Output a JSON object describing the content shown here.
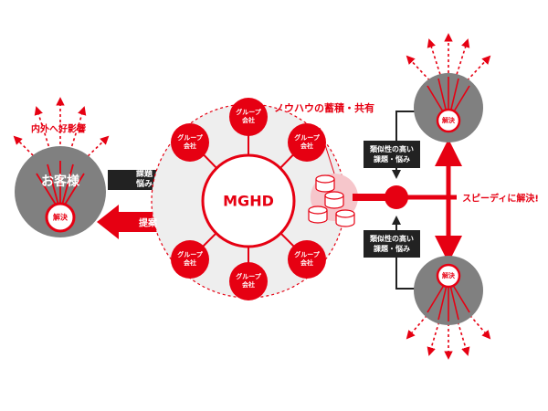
{
  "nodes": {
    "customer": "お客様",
    "customer_solution": "解決",
    "hub": "MGHD",
    "group_company": "グループ\n会社",
    "top_solution": "解決",
    "bottom_solution": "解決"
  },
  "labels": {
    "influence": "内外へ好影響",
    "knowhow": "ノウハウの蓄積・共有",
    "issues_to_hub": "課題\n悩み",
    "proposal": "提案",
    "similar_top": "類似性の高い\n課題・悩み",
    "similar_bottom": "類似性の高い\n課題・悩み",
    "speedy": "スピーディに解決!"
  },
  "colors": {
    "red": "#e60012",
    "dark": "#222222",
    "gray": "#808080",
    "light_gray": "#eeeeee"
  }
}
